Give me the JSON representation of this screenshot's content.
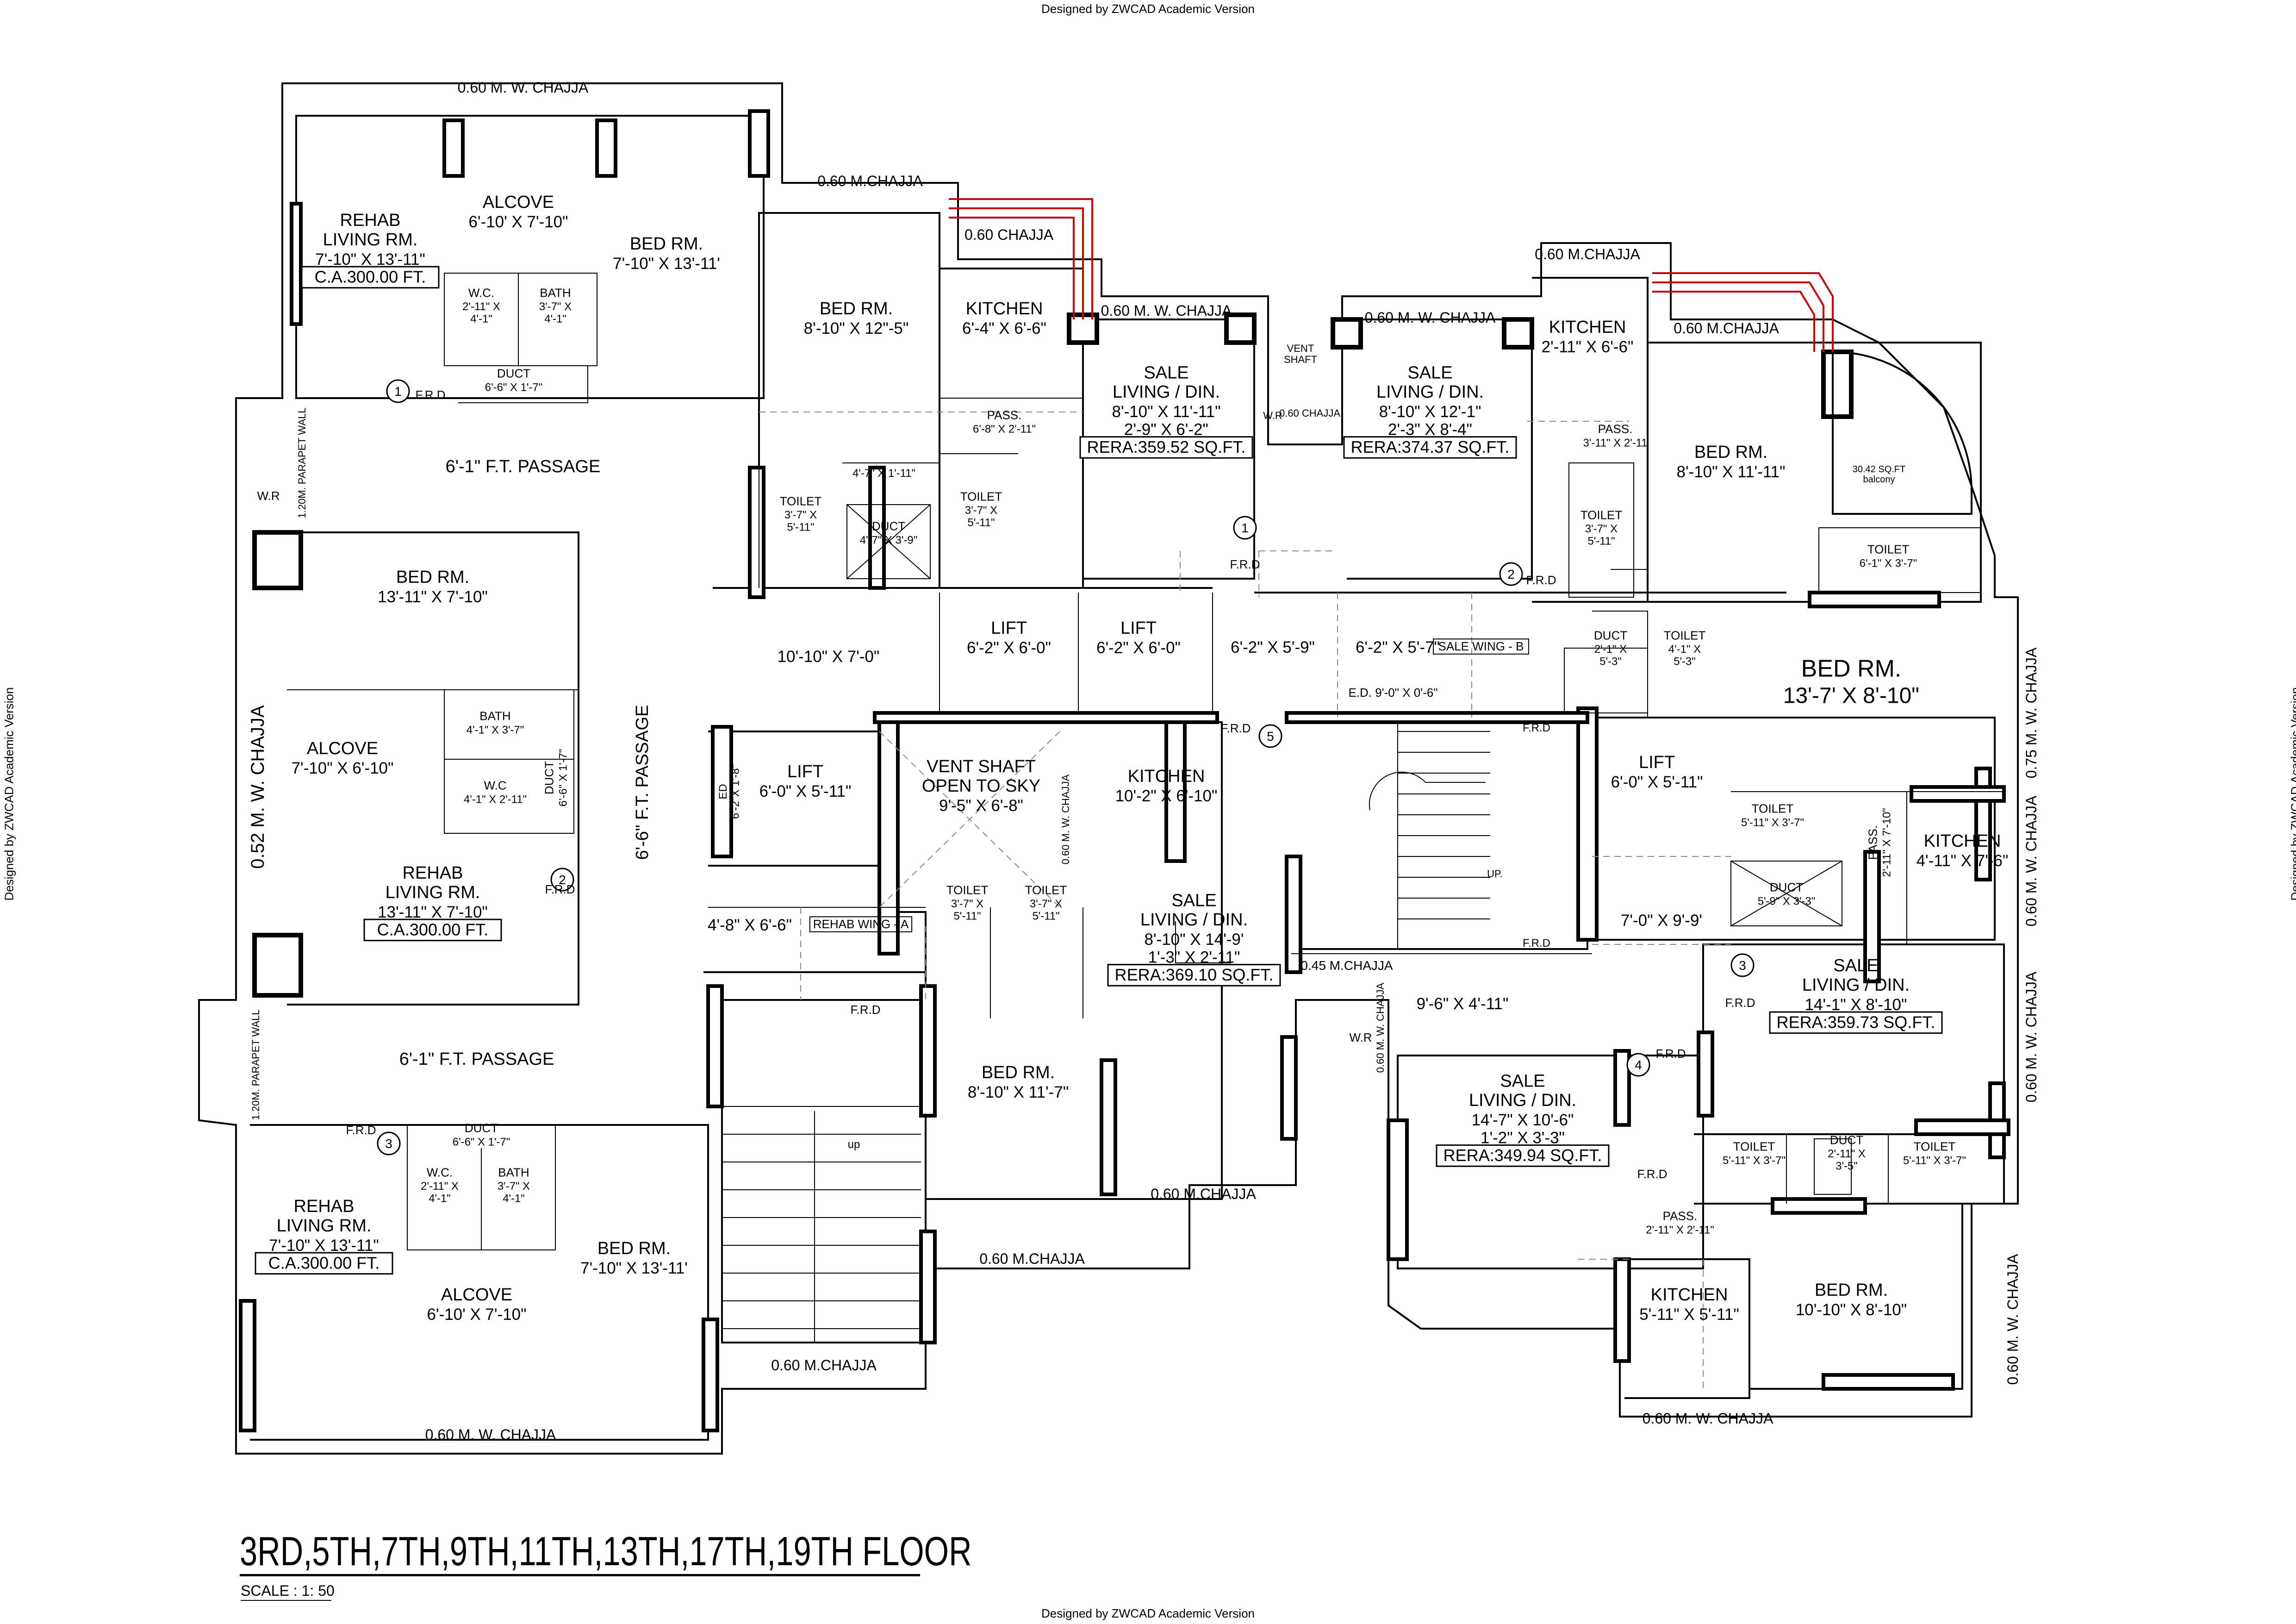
{
  "watermark": "Designed by ZWCAD Academic Version",
  "title": "3RD,5TH,7TH,9TH,11TH,13TH,17TH,19TH FLOOR",
  "scale": "SCALE : 1: 50",
  "rooms": [
    {
      "id": "r1",
      "name": "REHAB\nLIVING RM.",
      "dim": "7'-10\" X 13'-11\"",
      "area": "C.A.300.00 FT."
    },
    {
      "id": "r2",
      "name": "ALCOVE",
      "dim": "6'-10' X 7'-10\""
    },
    {
      "id": "r3",
      "name": "BED RM.",
      "dim": "7'-10\" X 13'-11'"
    },
    {
      "id": "r4",
      "name": "W.C.",
      "dim": "2'-11\" X\n4'-1\""
    },
    {
      "id": "r5",
      "name": "BATH",
      "dim": "3'-7\" X\n4'-1\""
    },
    {
      "id": "r6",
      "name": "DUCT",
      "dim": "6'-6\" X 1'-7\""
    },
    {
      "id": "r7",
      "name": "6'-1\" F.T. PASSAGE"
    },
    {
      "id": "r8",
      "name": "BED RM.",
      "dim": "13'-11\" X 7'-10\""
    },
    {
      "id": "r9",
      "name": "ALCOVE",
      "dim": "7'-10\" X 6'-10\""
    },
    {
      "id": "r10",
      "name": "BATH",
      "dim": "4'-1\" X 3'-7\""
    },
    {
      "id": "r11",
      "name": "W.C",
      "dim": "4'-1\" X 2'-11\""
    },
    {
      "id": "r12",
      "name": "DUCT",
      "dim": "6'-6\" X 1'-7\""
    },
    {
      "id": "r13",
      "name": "REHAB\nLIVING RM.",
      "dim": "13'-11\" X 7'-10\"",
      "area": "C.A.300.00 FT."
    },
    {
      "id": "r14",
      "name": "6'-6\" F.T. PASSAGE"
    },
    {
      "id": "r15",
      "name": "6'-1\" F.T. PASSAGE"
    },
    {
      "id": "r16",
      "name": "REHAB\nLIVING RM.",
      "dim": "7'-10\" X 13'-11\"",
      "area": "C.A.300.00 FT."
    },
    {
      "id": "r17",
      "name": "ALCOVE",
      "dim": "6'-10' X 7'-10\""
    },
    {
      "id": "r18",
      "name": "BED RM.",
      "dim": "7'-10\" X 13'-11'"
    },
    {
      "id": "r19",
      "name": "W.C.",
      "dim": "2'-11\" X\n4'-1\""
    },
    {
      "id": "r20",
      "name": "BATH",
      "dim": "3'-7\" X\n4'-1\""
    },
    {
      "id": "r21",
      "name": "DUCT",
      "dim": "6'-6\" X 1'-7\""
    },
    {
      "id": "r22",
      "name": "BED RM.",
      "dim": "8'-10\" X 12\"-5\""
    },
    {
      "id": "r23",
      "name": "KITCHEN",
      "dim": "6'-4\" X 6'-6\""
    },
    {
      "id": "r24",
      "name": "PASS.",
      "dim": "6'-8\" X 2'-11\""
    },
    {
      "id": "r25",
      "name": "SALE\nLIVING / DIN.",
      "dim": "8'-10\" X 11'-11\"\n2'-9\" X 6'-2\"",
      "area": "RERA:359.52 SQ.FT."
    },
    {
      "id": "r26",
      "name": "TOILET",
      "dim": "3'-7\" X\n5'-11\""
    },
    {
      "id": "r27",
      "name": "",
      "dim": "4'-7\" X 1'-11\""
    },
    {
      "id": "r28",
      "name": "DUCT",
      "dim": "4'-7\" X 3'-9\""
    },
    {
      "id": "r29",
      "name": "TOILET",
      "dim": "3'-7\" X\n5'-11\""
    },
    {
      "id": "r30",
      "name": "LIFT",
      "dim": "6'-2\" X 6'-0\""
    },
    {
      "id": "r31",
      "name": "LIFT",
      "dim": "6'-2\" X 6'-0\""
    },
    {
      "id": "r32",
      "name": "",
      "dim": "10'-10\" X 7'-0\""
    },
    {
      "id": "r33",
      "name": "",
      "dim": "6'-2\" X 5'-9\""
    },
    {
      "id": "r34",
      "name": "",
      "dim": "6'-2\" X 5'-7\""
    },
    {
      "id": "r35",
      "name": "LIFT",
      "dim": "6'-0\" X 5'-11\""
    },
    {
      "id": "r36",
      "name": "VENT SHAFT\nOPEN TO SKY",
      "dim": "9'-5\" X 6'-8\""
    },
    {
      "id": "r37",
      "name": "KITCHEN",
      "dim": "10'-2\" X 6'-10\""
    },
    {
      "id": "r38",
      "name": "",
      "dim": "4'-8\" X 6'-6\""
    },
    {
      "id": "r39",
      "name": "TOILET",
      "dim": "3'-7\" X\n5'-11\""
    },
    {
      "id": "r40",
      "name": "TOILET",
      "dim": "3'-7\" X\n5'-11\""
    },
    {
      "id": "r41",
      "name": "SALE\nLIVING / DIN.",
      "dim": "8'-10\" X 14'-9'\n1'-3\" X 2'-11\"",
      "area": "RERA:369.10 SQ.FT."
    },
    {
      "id": "r42",
      "name": "BED RM.",
      "dim": "8'-10\" X 11'-7\""
    },
    {
      "id": "r43",
      "name": "SALE\nLIVING / DIN.",
      "dim": "8'-10\" X 12'-1\"\n2'-3\" X 8'-4\"",
      "area": "RERA:374.37 SQ.FT."
    },
    {
      "id": "r44",
      "name": "KITCHEN",
      "dim": "2'-11\" X 6'-6\""
    },
    {
      "id": "r45",
      "name": "PASS.",
      "dim": "3'-11\" X 2'-11"
    },
    {
      "id": "r46",
      "name": "BED RM.",
      "dim": "8'-10\" X 11'-11\""
    },
    {
      "id": "r47",
      "name": "TOILET",
      "dim": "3'-7\" X\n5'-11\""
    },
    {
      "id": "r48",
      "name": "TOILET",
      "dim": "6'-1\" X 3'-7\""
    },
    {
      "id": "r49",
      "name": "DUCT",
      "dim": "2'-1\" X\n5'-3\""
    },
    {
      "id": "r50",
      "name": "TOILET",
      "dim": "4'-1\" X\n5'-3\""
    },
    {
      "id": "r51",
      "name": "BED RM.",
      "dim": "13'-7' X 8'-10\""
    },
    {
      "id": "r52",
      "name": "LIFT",
      "dim": "6'-0\" X 5'-11\""
    },
    {
      "id": "r53",
      "name": "TOILET",
      "dim": "5'-11\" X 3'-7\""
    },
    {
      "id": "r54",
      "name": "PASS.",
      "dim": "2'-11\" X 7'-10\""
    },
    {
      "id": "r55",
      "name": "KITCHEN",
      "dim": "4'-11\" X 7'-6\""
    },
    {
      "id": "r56",
      "name": "DUCT",
      "dim": "5'-9\" X 3'-3\""
    },
    {
      "id": "r57",
      "name": "",
      "dim": "7'-0\" X 9'-9'"
    },
    {
      "id": "r58",
      "name": "",
      "dim": "9'-6\" X 4'-11\""
    },
    {
      "id": "r59",
      "name": "SALE\nLIVING / DIN.",
      "dim": "14'-1\" X 8'-10\"",
      "area": "RERA:359.73 SQ.FT."
    },
    {
      "id": "r60",
      "name": "SALE\nLIVING / DIN.",
      "dim": "14'-7\" X 10'-6\"\n1'-2\" X 3'-3\"",
      "area": "RERA:349.94 SQ.FT."
    },
    {
      "id": "r61",
      "name": "TOILET",
      "dim": "5'-11\" X 3'-7\""
    },
    {
      "id": "r62",
      "name": "DUCT",
      "dim": "2'-11\" X\n3'-5\""
    },
    {
      "id": "r63",
      "name": "TOILET",
      "dim": "5'-11\" X 3'-7\""
    },
    {
      "id": "r64",
      "name": "PASS.",
      "dim": "2'-11\" X 2'-11\""
    },
    {
      "id": "r65",
      "name": "KITCHEN",
      "dim": "5'-11\" X 5'-11\""
    },
    {
      "id": "r66",
      "name": "BED RM.",
      "dim": "10'-10\" X 8'-10\""
    }
  ],
  "labels": [
    {
      "id": "l1",
      "text": "0.60 M. W. CHAJJA"
    },
    {
      "id": "l2",
      "text": "0.60 M.CHAJJA"
    },
    {
      "id": "l3",
      "text": "0.60 CHAJJA"
    },
    {
      "id": "l4",
      "text": "0.60 M. W. CHAJJA"
    },
    {
      "id": "l5",
      "text": "VENT\nSHAFT"
    },
    {
      "id": "l6",
      "text": "0.60 CHAJJA"
    },
    {
      "id": "l7",
      "text": "W.R"
    },
    {
      "id": "l8",
      "text": "0.60 M. W. CHAJJA"
    },
    {
      "id": "l9",
      "text": "0.60 M.CHAJJA"
    },
    {
      "id": "l10",
      "text": "0.60 M.CHAJJA"
    },
    {
      "id": "l11",
      "text": "30.42 SQ.FT\nbalcony"
    },
    {
      "id": "l12",
      "text": "F.R.D"
    },
    {
      "id": "l13",
      "text": "1.20M. PARAPET WALL"
    },
    {
      "id": "l14",
      "text": "W.R"
    },
    {
      "id": "l15",
      "text": "0.52 M. W. CHAJJA"
    },
    {
      "id": "l16",
      "text": "F.R.D"
    },
    {
      "id": "l17",
      "text": "1.20M. PARAPET WALL"
    },
    {
      "id": "l18",
      "text": "F.R.D"
    },
    {
      "id": "l19",
      "text": "0.60 M. W. CHAJJA"
    },
    {
      "id": "l20",
      "text": "0.60 M.CHAJJA"
    },
    {
      "id": "l21",
      "text": "0.60 M.CHAJJA"
    },
    {
      "id": "l22",
      "text": "0.60 M.CHAJJA"
    },
    {
      "id": "l23",
      "text": "F.R.D"
    },
    {
      "id": "l24",
      "text": "F.R.D"
    },
    {
      "id": "l25",
      "text": "F.R.D"
    },
    {
      "id": "l26",
      "text": "SALE WING - B"
    },
    {
      "id": "l27",
      "text": "E.D. 9'-0\" X 0'-6\""
    },
    {
      "id": "l28",
      "text": "F.R.D"
    },
    {
      "id": "l29",
      "text": "F.R.D"
    },
    {
      "id": "l30",
      "text": "ED\n6'-2\"X 1'-8\""
    },
    {
      "id": "l31",
      "text": "0.60 M. W. CHAJJA"
    },
    {
      "id": "l32",
      "text": "REHAB WING - A"
    },
    {
      "id": "l33",
      "text": "F.R.D"
    },
    {
      "id": "l34",
      "text": "up"
    },
    {
      "id": "l35",
      "text": "UP."
    },
    {
      "id": "l36",
      "text": "0.45 M.CHAJJA"
    },
    {
      "id": "l37",
      "text": "0.60 M. W. CHAJJA"
    },
    {
      "id": "l38",
      "text": "W.R"
    },
    {
      "id": "l39",
      "text": "F.R.D"
    },
    {
      "id": "l40",
      "text": "F.R.D"
    },
    {
      "id": "l41",
      "text": "0.75 M. W. CHAJJA"
    },
    {
      "id": "l42",
      "text": "0.60 M. W. CHAJJA"
    },
    {
      "id": "l43",
      "text": "0.60 M. W. CHAJJA"
    },
    {
      "id": "l44",
      "text": "0.60 M. W. CHAJJA"
    },
    {
      "id": "l45",
      "text": "0.60 M. W. CHAJJA"
    },
    {
      "id": "l46",
      "text": "F.R.D"
    }
  ],
  "markers": [
    "1",
    "2",
    "3",
    "1",
    "2",
    "3",
    "4",
    "5"
  ]
}
